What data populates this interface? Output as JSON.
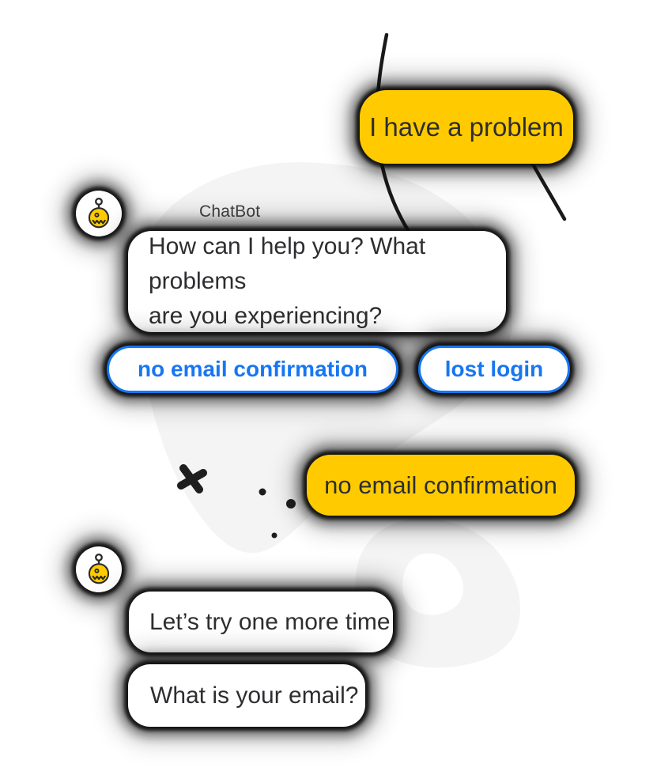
{
  "bot": {
    "name_label": "ChatBot",
    "avatar_icon": "robot-face-icon"
  },
  "conversation": {
    "user_message_1": "I have a problem",
    "bot_message_1": {
      "lines": [
        "How can I help you? What problems",
        "are you experiencing?"
      ]
    },
    "quick_replies": [
      {
        "label": "no email confirmation"
      },
      {
        "label": "lost login"
      }
    ],
    "user_message_2": "no email confirmation",
    "bot_message_2": "Let’s try one more time",
    "bot_message_3": "What is your email?"
  },
  "colors": {
    "bubble_yellow": "#ffcb00",
    "action_blue": "#1776f2",
    "text_dark": "#2e2e31",
    "blob_gray": "#f4f4f4",
    "halo_dark": "#101010",
    "bubble_white": "#ffffff"
  }
}
